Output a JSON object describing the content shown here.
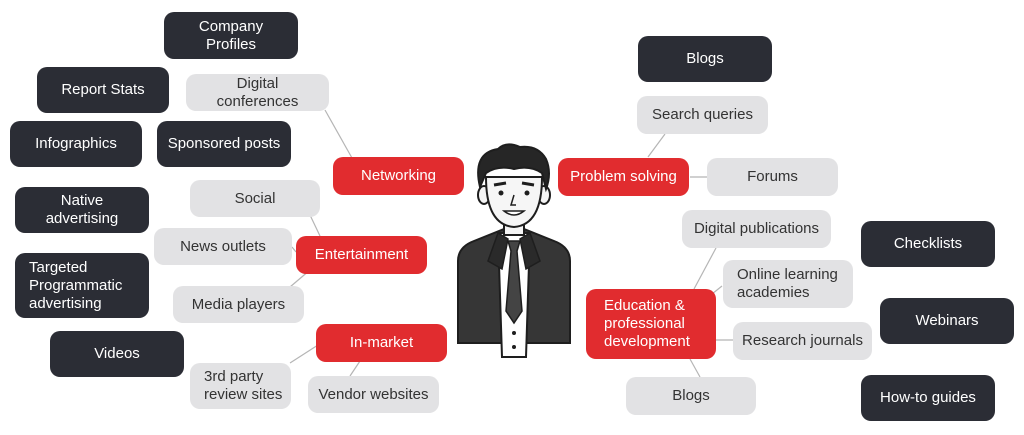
{
  "categories": {
    "networking": "Networking",
    "entertainment": "Entertainment",
    "in_market": "In-market",
    "problem_solving": "Problem solving",
    "education": "Education & professional development"
  },
  "channels": {
    "digital_conferences": "Digital conferences",
    "social": "Social",
    "news_outlets": "News outlets",
    "media_players": "Media players",
    "third_party_review": "3rd party review sites",
    "vendor_websites": "Vendor websites",
    "search_queries": "Search queries",
    "forums": "Forums",
    "digital_publications": "Digital publications",
    "online_learning": "Online learning academies",
    "research_journals": "Research journals",
    "blogs_education": "Blogs"
  },
  "content_types": {
    "company_profiles": "Company Profiles",
    "report_stats": "Report Stats",
    "infographics": "Infographics",
    "sponsored_posts": "Sponsored posts",
    "native_advertising": "Native advertising",
    "targeted_programmatic": "Targeted Programmatic advertising",
    "videos": "Videos",
    "blogs_top": "Blogs",
    "checklists": "Checklists",
    "webinars": "Webinars",
    "how_to_guides": "How-to guides"
  },
  "colors": {
    "category": "#e12c2f",
    "channel": "#e2e2e4",
    "content": "#2b2d35",
    "connector": "#b5b5b5"
  },
  "center_icon": "businessman-avatar-icon"
}
